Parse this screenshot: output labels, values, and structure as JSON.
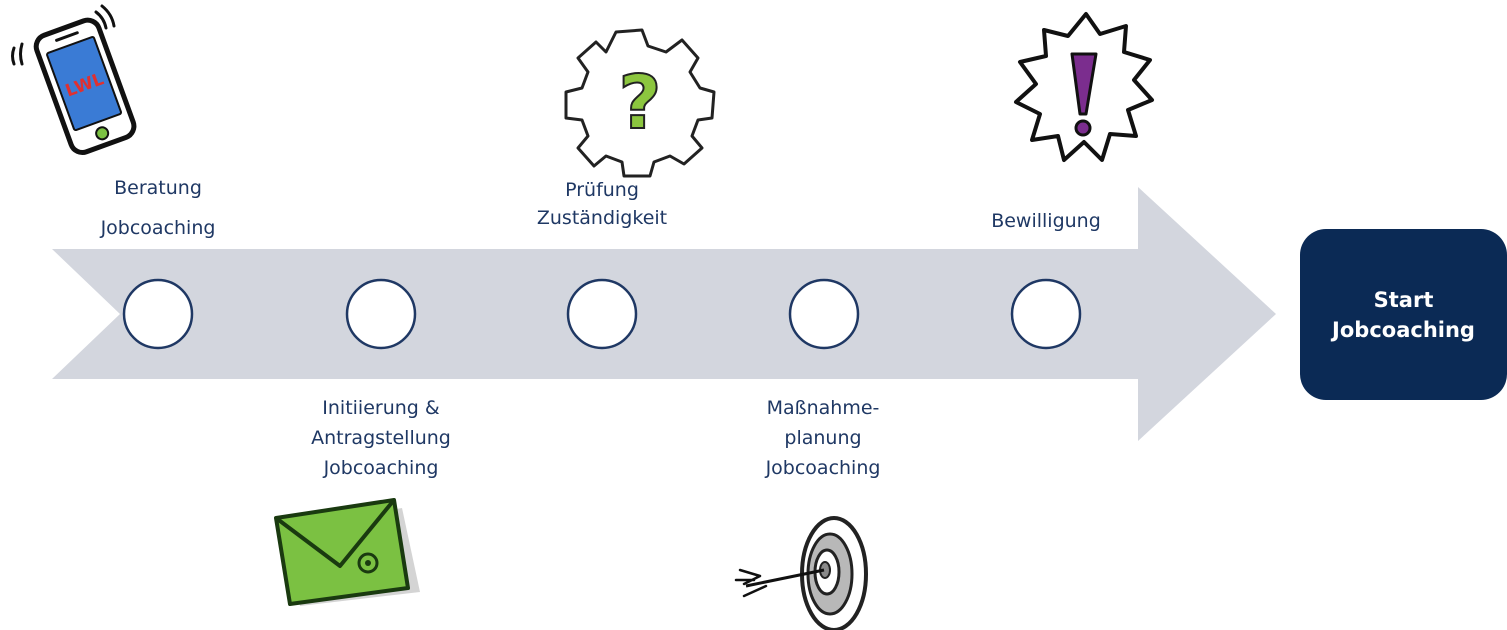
{
  "steps": [
    {
      "id": "beratung",
      "lines": [
        "Beratung",
        "Jobcoaching"
      ],
      "icon": "smartphone-icon",
      "icon_text": "LWL"
    },
    {
      "id": "initiierung",
      "lines": [
        "Initiierung &",
        "Antragstellung",
        "Jobcoaching"
      ],
      "icon": "envelope-icon"
    },
    {
      "id": "pruefung",
      "lines": [
        "Prüfung",
        "Zuständigkeit"
      ],
      "icon": "gear-question-icon"
    },
    {
      "id": "massnahme",
      "lines": [
        "Maßnahme-",
        "planung",
        "Jobcoaching"
      ],
      "icon": "target-arrow-icon"
    },
    {
      "id": "bewilligung",
      "lines": [
        "Bewilligung"
      ],
      "icon": "exclamation-burst-icon"
    }
  ],
  "start": {
    "lines": [
      "Start",
      "Jobcoaching"
    ]
  },
  "colors": {
    "arrow": "#d3d6de",
    "circle_stroke": "#1f3864",
    "text": "#1f3864",
    "start_box": "#0b2a55",
    "envelope": "#7bc142",
    "question": "#8cc63f",
    "exclamation": "#7b2d8e",
    "phone_screen": "#3a7bd5",
    "phone_text": "#e03030"
  }
}
